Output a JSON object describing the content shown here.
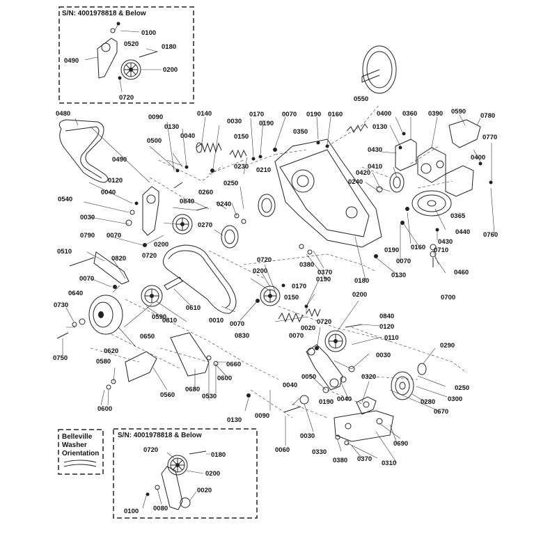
{
  "inset_top": {
    "title": "S/N: 4001978818 & Below"
  },
  "inset_bottom": {
    "title": "S/N: 4001978818 & Below"
  },
  "legend": {
    "line1": "Belleville",
    "line2": "Washer",
    "line3": "Orientation"
  },
  "callouts": [
    {
      "id": "c1",
      "text": "0100"
    },
    {
      "id": "c2",
      "text": "0520"
    },
    {
      "id": "c3",
      "text": "0180"
    },
    {
      "id": "c4",
      "text": "0490"
    },
    {
      "id": "c5",
      "text": "0200"
    },
    {
      "id": "c6",
      "text": "0720"
    },
    {
      "id": "c7",
      "text": "0480"
    },
    {
      "id": "c8",
      "text": "0090"
    },
    {
      "id": "c9",
      "text": "0140"
    },
    {
      "id": "c10",
      "text": "0030"
    },
    {
      "id": "c11",
      "text": "0170"
    },
    {
      "id": "c12",
      "text": "0070"
    },
    {
      "id": "c13",
      "text": "0190"
    },
    {
      "id": "c14",
      "text": "0160"
    },
    {
      "id": "c15",
      "text": "0550"
    },
    {
      "id": "c16",
      "text": "0400"
    },
    {
      "id": "c17",
      "text": "0360"
    },
    {
      "id": "c18",
      "text": "0390"
    },
    {
      "id": "c19",
      "text": "0590"
    },
    {
      "id": "c20",
      "text": "0780"
    },
    {
      "id": "c21",
      "text": "0130"
    },
    {
      "id": "c22",
      "text": "0040"
    },
    {
      "id": "c23",
      "text": "0150"
    },
    {
      "id": "c24",
      "text": "0190"
    },
    {
      "id": "c25",
      "text": "0350"
    },
    {
      "id": "c26",
      "text": "0130"
    },
    {
      "id": "c27",
      "text": "0430"
    },
    {
      "id": "c28",
      "text": "0770"
    },
    {
      "id": "c29",
      "text": "0500"
    },
    {
      "id": "c30",
      "text": "0230"
    },
    {
      "id": "c31",
      "text": "0210"
    },
    {
      "id": "c32",
      "text": "0410"
    },
    {
      "id": "c33",
      "text": "0400"
    },
    {
      "id": "c34",
      "text": "0490"
    },
    {
      "id": "c35",
      "text": "0420"
    },
    {
      "id": "c36",
      "text": "0250"
    },
    {
      "id": "c37",
      "text": "0240"
    },
    {
      "id": "c38",
      "text": "0120"
    },
    {
      "id": "c39",
      "text": "0260"
    },
    {
      "id": "c40",
      "text": "0040"
    },
    {
      "id": "c41",
      "text": "0840"
    },
    {
      "id": "c42",
      "text": "0540"
    },
    {
      "id": "c43",
      "text": "0240"
    },
    {
      "id": "c44",
      "text": "0365"
    },
    {
      "id": "c45",
      "text": "0030"
    },
    {
      "id": "c46",
      "text": "0760"
    },
    {
      "id": "c47",
      "text": "0270"
    },
    {
      "id": "c48",
      "text": "0440"
    },
    {
      "id": "c49",
      "text": "0070"
    },
    {
      "id": "c50",
      "text": "0200"
    },
    {
      "id": "c51",
      "text": "0430"
    },
    {
      "id": "c52",
      "text": "0190"
    },
    {
      "id": "c53",
      "text": "0160"
    },
    {
      "id": "c54",
      "text": "0710"
    },
    {
      "id": "c55",
      "text": "0790"
    },
    {
      "id": "c56",
      "text": "0720"
    },
    {
      "id": "c57",
      "text": "0510"
    },
    {
      "id": "c58",
      "text": "0820"
    },
    {
      "id": "c59",
      "text": "0070"
    },
    {
      "id": "c60",
      "text": "0460"
    },
    {
      "id": "c61",
      "text": "0380"
    },
    {
      "id": "c62",
      "text": "0720"
    },
    {
      "id": "c63",
      "text": "0370"
    },
    {
      "id": "c64",
      "text": "0200"
    },
    {
      "id": "c65",
      "text": "0070"
    },
    {
      "id": "c66",
      "text": "0130"
    },
    {
      "id": "c67",
      "text": "0180"
    },
    {
      "id": "c68",
      "text": "0190"
    },
    {
      "id": "c69",
      "text": "0700"
    },
    {
      "id": "c70",
      "text": "0640"
    },
    {
      "id": "c71",
      "text": "0170"
    },
    {
      "id": "c72",
      "text": "0610"
    },
    {
      "id": "c73",
      "text": "0730"
    },
    {
      "id": "c74",
      "text": "0150"
    },
    {
      "id": "c75",
      "text": "0200"
    },
    {
      "id": "c76",
      "text": "0810"
    },
    {
      "id": "c77",
      "text": "0010"
    },
    {
      "id": "c78",
      "text": "0590"
    },
    {
      "id": "c79",
      "text": "0070"
    },
    {
      "id": "c80",
      "text": "0840"
    },
    {
      "id": "c81",
      "text": "0650"
    },
    {
      "id": "c82",
      "text": "0020"
    },
    {
      "id": "c83",
      "text": "0720"
    },
    {
      "id": "c84",
      "text": "0830"
    },
    {
      "id": "c85",
      "text": "0120"
    },
    {
      "id": "c86",
      "text": "0070"
    },
    {
      "id": "c87",
      "text": "0110"
    },
    {
      "id": "c88",
      "text": "0750"
    },
    {
      "id": "c89",
      "text": "0620"
    },
    {
      "id": "c90",
      "text": "0290"
    },
    {
      "id": "c91",
      "text": "0030"
    },
    {
      "id": "c92",
      "text": "0580"
    },
    {
      "id": "c93",
      "text": "0660"
    },
    {
      "id": "c94",
      "text": "0050"
    },
    {
      "id": "c95",
      "text": "0320"
    },
    {
      "id": "c96",
      "text": "0600"
    },
    {
      "id": "c97",
      "text": "0250"
    },
    {
      "id": "c98",
      "text": "0300"
    },
    {
      "id": "c99",
      "text": "0040"
    },
    {
      "id": "c100",
      "text": "0040"
    },
    {
      "id": "c101",
      "text": "0680"
    },
    {
      "id": "c102",
      "text": "0530"
    },
    {
      "id": "c103",
      "text": "0280"
    },
    {
      "id": "c104",
      "text": "0560"
    },
    {
      "id": "c105",
      "text": "0190"
    },
    {
      "id": "c106",
      "text": "0670"
    },
    {
      "id": "c107",
      "text": "0600"
    },
    {
      "id": "c108",
      "text": "0130"
    },
    {
      "id": "c109",
      "text": "0090"
    },
    {
      "id": "c110",
      "text": "0690"
    },
    {
      "id": "c111",
      "text": "0030"
    },
    {
      "id": "c112",
      "text": "0060"
    },
    {
      "id": "c113",
      "text": "0330"
    },
    {
      "id": "c114",
      "text": "0380"
    },
    {
      "id": "c115",
      "text": "0370"
    },
    {
      "id": "c116",
      "text": "0310"
    },
    {
      "id": "c117",
      "text": "0720"
    },
    {
      "id": "c118",
      "text": "0180"
    },
    {
      "id": "c119",
      "text": "0200"
    },
    {
      "id": "c120",
      "text": "0020"
    },
    {
      "id": "c121",
      "text": "0100"
    },
    {
      "id": "c122",
      "text": "0080"
    }
  ]
}
